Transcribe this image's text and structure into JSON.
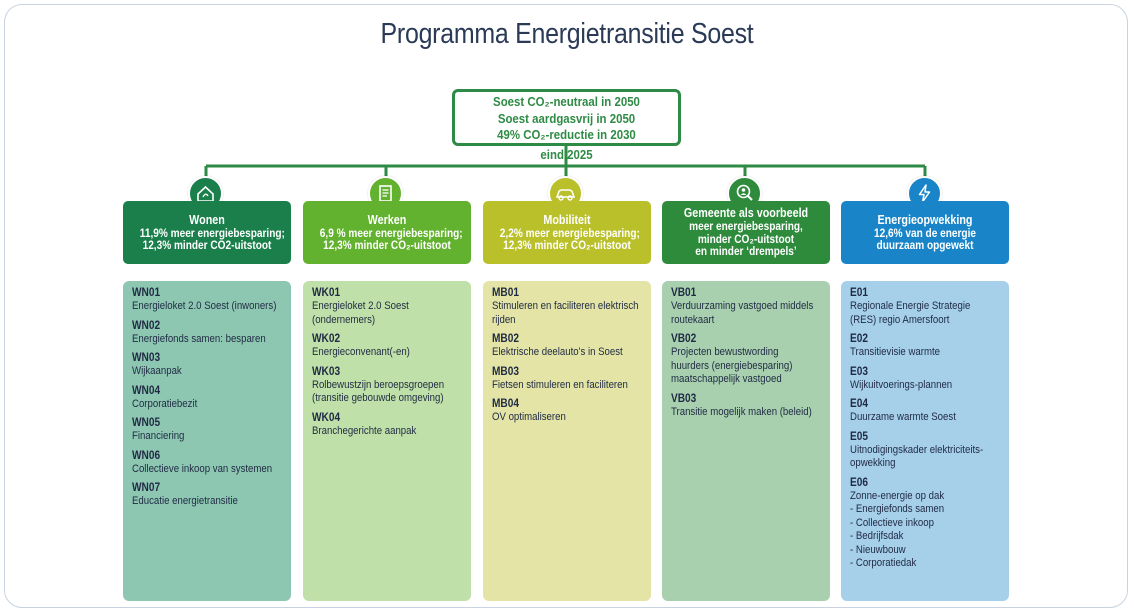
{
  "title": "Programma Energietransitie Soest",
  "goals": [
    "Soest CO₂-neutraal in 2050",
    "Soest aardgasvrij in 2050",
    "49% CO₂-reductie in 2030"
  ],
  "deadline": "eind 2025",
  "colors": {
    "wonen_header": "#1a7f4b",
    "wonen_body": "#8ec7b1",
    "werken_header": "#62b22f",
    "werken_body": "#bfe0a8",
    "mobiliteit_header": "#b9c02a",
    "mobiliteit_body": "#e3e4a5",
    "gemeente_header": "#2e8b3c",
    "gemeente_body": "#a8d0ae",
    "energie_header": "#1985c8",
    "energie_body": "#a6cfea",
    "connector": "#2e8b45"
  },
  "columns": [
    {
      "icon": "house-icon",
      "name": "Wonen",
      "lines": [
        "11,9% meer energiebesparing;",
        "12,3% minder CO2-uitstoot"
      ],
      "items": [
        {
          "code": "WN01",
          "text": "Energieloket 2.0 Soest (inwoners)"
        },
        {
          "code": "WN02",
          "text": "Energiefonds samen: besparen"
        },
        {
          "code": "WN03",
          "text": "Wijkaanpak"
        },
        {
          "code": "WN04",
          "text": "Corporatiebezit"
        },
        {
          "code": "WN05",
          "text": "Financiering"
        },
        {
          "code": "WN06",
          "text": "Collectieve inkoop van systemen"
        },
        {
          "code": "WN07",
          "text": "Educatie energietransitie"
        }
      ]
    },
    {
      "icon": "document-icon",
      "name": "Werken",
      "lines": [
        "6,9 % meer energiebesparing;",
        "12,3% minder CO₂-uitstoot"
      ],
      "items": [
        {
          "code": "WK01",
          "text": "Energieloket 2.0 Soest (ondernemers)"
        },
        {
          "code": "WK02",
          "text": "Energieconvenant(-en)"
        },
        {
          "code": "WK03",
          "text": "Rolbewustzijn beroepsgroepen (transitie gebouwde omgeving)"
        },
        {
          "code": "WK04",
          "text": "Branchegerichte aanpak"
        }
      ]
    },
    {
      "icon": "car-icon",
      "name": "Mobiliteit",
      "lines": [
        "2,2% meer energiebesparing;",
        "12,3% minder CO₂-uitstoot"
      ],
      "items": [
        {
          "code": "MB01",
          "text": "Stimuleren en faciliteren elektrisch rijden"
        },
        {
          "code": "MB02",
          "text": "Elektrische deelauto's in Soest"
        },
        {
          "code": "MB03",
          "text": "Fietsen stimuleren en faciliteren"
        },
        {
          "code": "MB04",
          "text": "OV optimaliseren"
        }
      ]
    },
    {
      "icon": "magnifier-person-icon",
      "name": "Gemeente als voorbeeld",
      "lines": [
        "meer energiebesparing,",
        "minder CO₂-uitstoot",
        "en minder ‘drempels’"
      ],
      "items": [
        {
          "code": "VB01",
          "text": "Verduurzaming vastgoed middels routekaart"
        },
        {
          "code": "VB02",
          "text": "Projecten bewustwording huurders (energiebesparing) maatschappelijk vastgoed"
        },
        {
          "code": "VB03",
          "text": "Transitie mogelijk maken (beleid)"
        }
      ]
    },
    {
      "icon": "lightning-icon",
      "name": "Energieopwekking",
      "lines": [
        "12,6% van de energie",
        "duurzaam opgewekt"
      ],
      "items": [
        {
          "code": "E01",
          "text": "Regionale Energie Strategie (RES) regio Amersfoort"
        },
        {
          "code": "E02",
          "text": "Transitievisie warmte"
        },
        {
          "code": "E03",
          "text": "Wijkuitvoerings-plannen"
        },
        {
          "code": "E04",
          "text": "Duurzame warmte Soest"
        },
        {
          "code": "E05",
          "text": "Uitnodigingskader elektriciteits-opwekking"
        },
        {
          "code": "E06",
          "text": "Zonne-energie op dak",
          "sub": [
            "- Energiefonds samen",
            "- Collectieve inkoop",
            "- Bedrijfsdak",
            "- Nieuwbouw",
            "- Corporatiedak"
          ]
        }
      ]
    }
  ]
}
